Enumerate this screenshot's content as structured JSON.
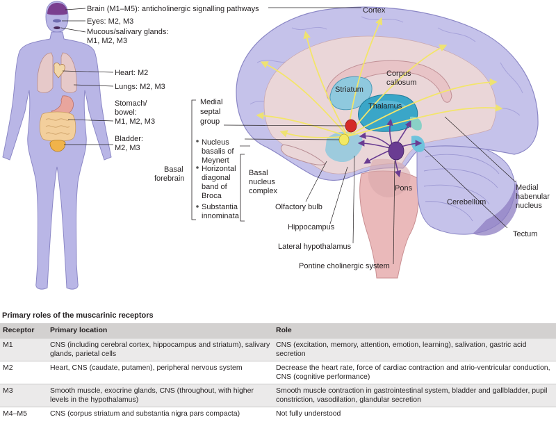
{
  "body_labels": {
    "brain": "Brain (M1–M5): anticholinergic signalling pathways",
    "eyes": "Eyes: M2, M3",
    "mucous_1": "Mucous/salivary glands:",
    "mucous_2": "M1, M2, M3",
    "heart": "Heart: M2",
    "lungs": "Lungs: M2, M3",
    "stomach_1": "Stomach/",
    "stomach_2": "bowel:",
    "stomach_3": "M1, M2, M3",
    "bladder_1": "Bladder:",
    "bladder_2": "M2, M3"
  },
  "brain_labels": {
    "cortex": "Cortex",
    "corpus_1": "Corpus",
    "corpus_2": "callosum",
    "striatum": "Striatum",
    "thalamus": "Thalamus",
    "medial_septal_1": "Medial",
    "medial_septal_2": "septal",
    "medial_septal_3": "group",
    "nucleus_basalis_1": "Nucleus",
    "nucleus_basalis_2": "basalis of",
    "nucleus_basalis_3": "Meynert",
    "horizontal_1": "Horizontal",
    "horizontal_2": "diagonal",
    "horizontal_3": "band of",
    "horizontal_4": "Broca",
    "substantia_1": "Substantia",
    "substantia_2": "innominata",
    "basal_forebrain_1": "Basal",
    "basal_forebrain_2": "forebrain",
    "basal_nucleus_1": "Basal",
    "basal_nucleus_2": "nucleus",
    "basal_nucleus_3": "complex",
    "olfactory_bulb": "Olfactory bulb",
    "hippocampus": "Hippocampus",
    "lateral_hypothalamus": "Lateral hypothalamus",
    "pontine": "Pontine cholinergic system",
    "pons": "Pons",
    "cerebellum": "Cerebellum",
    "medial_habenular_1": "Medial",
    "medial_habenular_2": "habenular",
    "medial_habenular_3": "nucleus",
    "tectum": "Tectum"
  },
  "table": {
    "title": "Primary roles of the muscarinic receptors",
    "headers": [
      "Receptor",
      "Primary location",
      "Role"
    ],
    "rows": [
      {
        "receptor": "M1",
        "location": "CNS (including cerebral cortex, hippocampus and striatum), salivary glands, parietal cells",
        "role": "CNS (excitation, memory, attention, emotion, learning), salivation, gastric acid secretion"
      },
      {
        "receptor": "M2",
        "location": "Heart, CNS (caudate, putamen), peripheral nervous system",
        "role": "Decrease the heart rate, force of cardiac contraction and atrio-ventricular conduction, CNS (cognitive performance)"
      },
      {
        "receptor": "M3",
        "location": "Smooth muscle, exocrine glands, CNS (throughout, with higher levels in the hypothalamus)",
        "role": "Smooth muscle contraction in gastrointestinal system, bladder and gallbladder, pupil constriction, vasodilation, glandular secretion"
      },
      {
        "receptor": "M4–M5",
        "location": "CNS (corpus striatum and substantia nigra pars compacta)",
        "role": "Not fully understood"
      }
    ]
  },
  "colors": {
    "body": "#b9b6e6",
    "cortex": "#c5c2ea",
    "white_matter": "#ead6d8",
    "striatum": "#8fc9de",
    "thalamus": "#3aa6c8",
    "brainstem": "#eab9ba",
    "pathway": "#f6ee86",
    "pontine": "#6a3c92",
    "medial_septal": "#d42b27",
    "nucleus_basalis": "#f3e964"
  }
}
